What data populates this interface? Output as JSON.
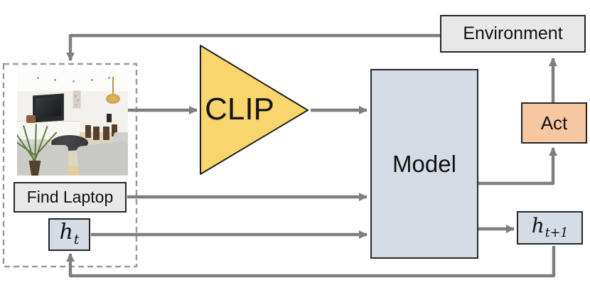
{
  "figure": {
    "environment_label": "Environment",
    "clip_label": "CLIP",
    "model_label": "Model",
    "act_label": "Act",
    "instruction_label": "Find Laptop",
    "hidden_state": {
      "base": "h",
      "sub": "t"
    },
    "next_hidden_state": {
      "base": "h",
      "sub": "t+1"
    }
  },
  "colors": {
    "clip_triangle": "#F9D56E",
    "model_box": "#D6DCE5",
    "hidden_state_box": "#D6DCE5",
    "act_box": "#F7C7A2",
    "gray_box": "#E8E8E8",
    "arrow": "#7F7F7F",
    "dashed_border": "#9A9A9A",
    "outline": "#262626"
  }
}
